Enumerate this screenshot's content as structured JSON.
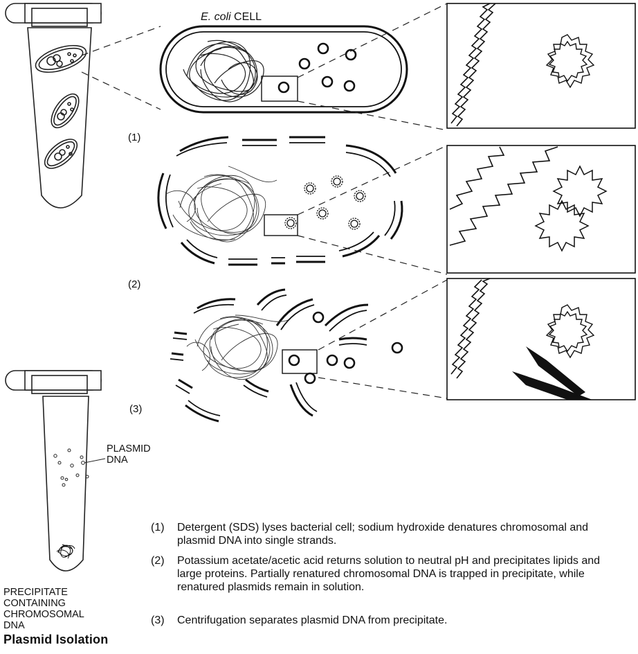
{
  "labels": {
    "cell": "CELL",
    "cell_italic": "E. coli",
    "plasmid_dna": "PLASMID\nDNA",
    "precipitate": "PRECIPITATE\nCONTAINING\nCHROMOSOMAL\nDNA",
    "title": "Plasmid Isolation"
  },
  "step_markers": [
    "(1)",
    "(2)",
    "(3)"
  ],
  "steps": [
    {
      "num": "(1)",
      "text": "Detergent (SDS) lyses bacterial cell; sodium hydroxide denatures chromosomal and plasmid DNA into single strands."
    },
    {
      "num": "(2)",
      "text": "Potassium acetate/acetic acid returns solution to neutral pH and precipitates lipids and large proteins. Partially renatured chromosomal DNA is trapped in precipitate, while renatured plasmids remain in solution."
    },
    {
      "num": "(3)",
      "text": "Centrifugation separates plasmid DNA from precipitate."
    }
  ]
}
